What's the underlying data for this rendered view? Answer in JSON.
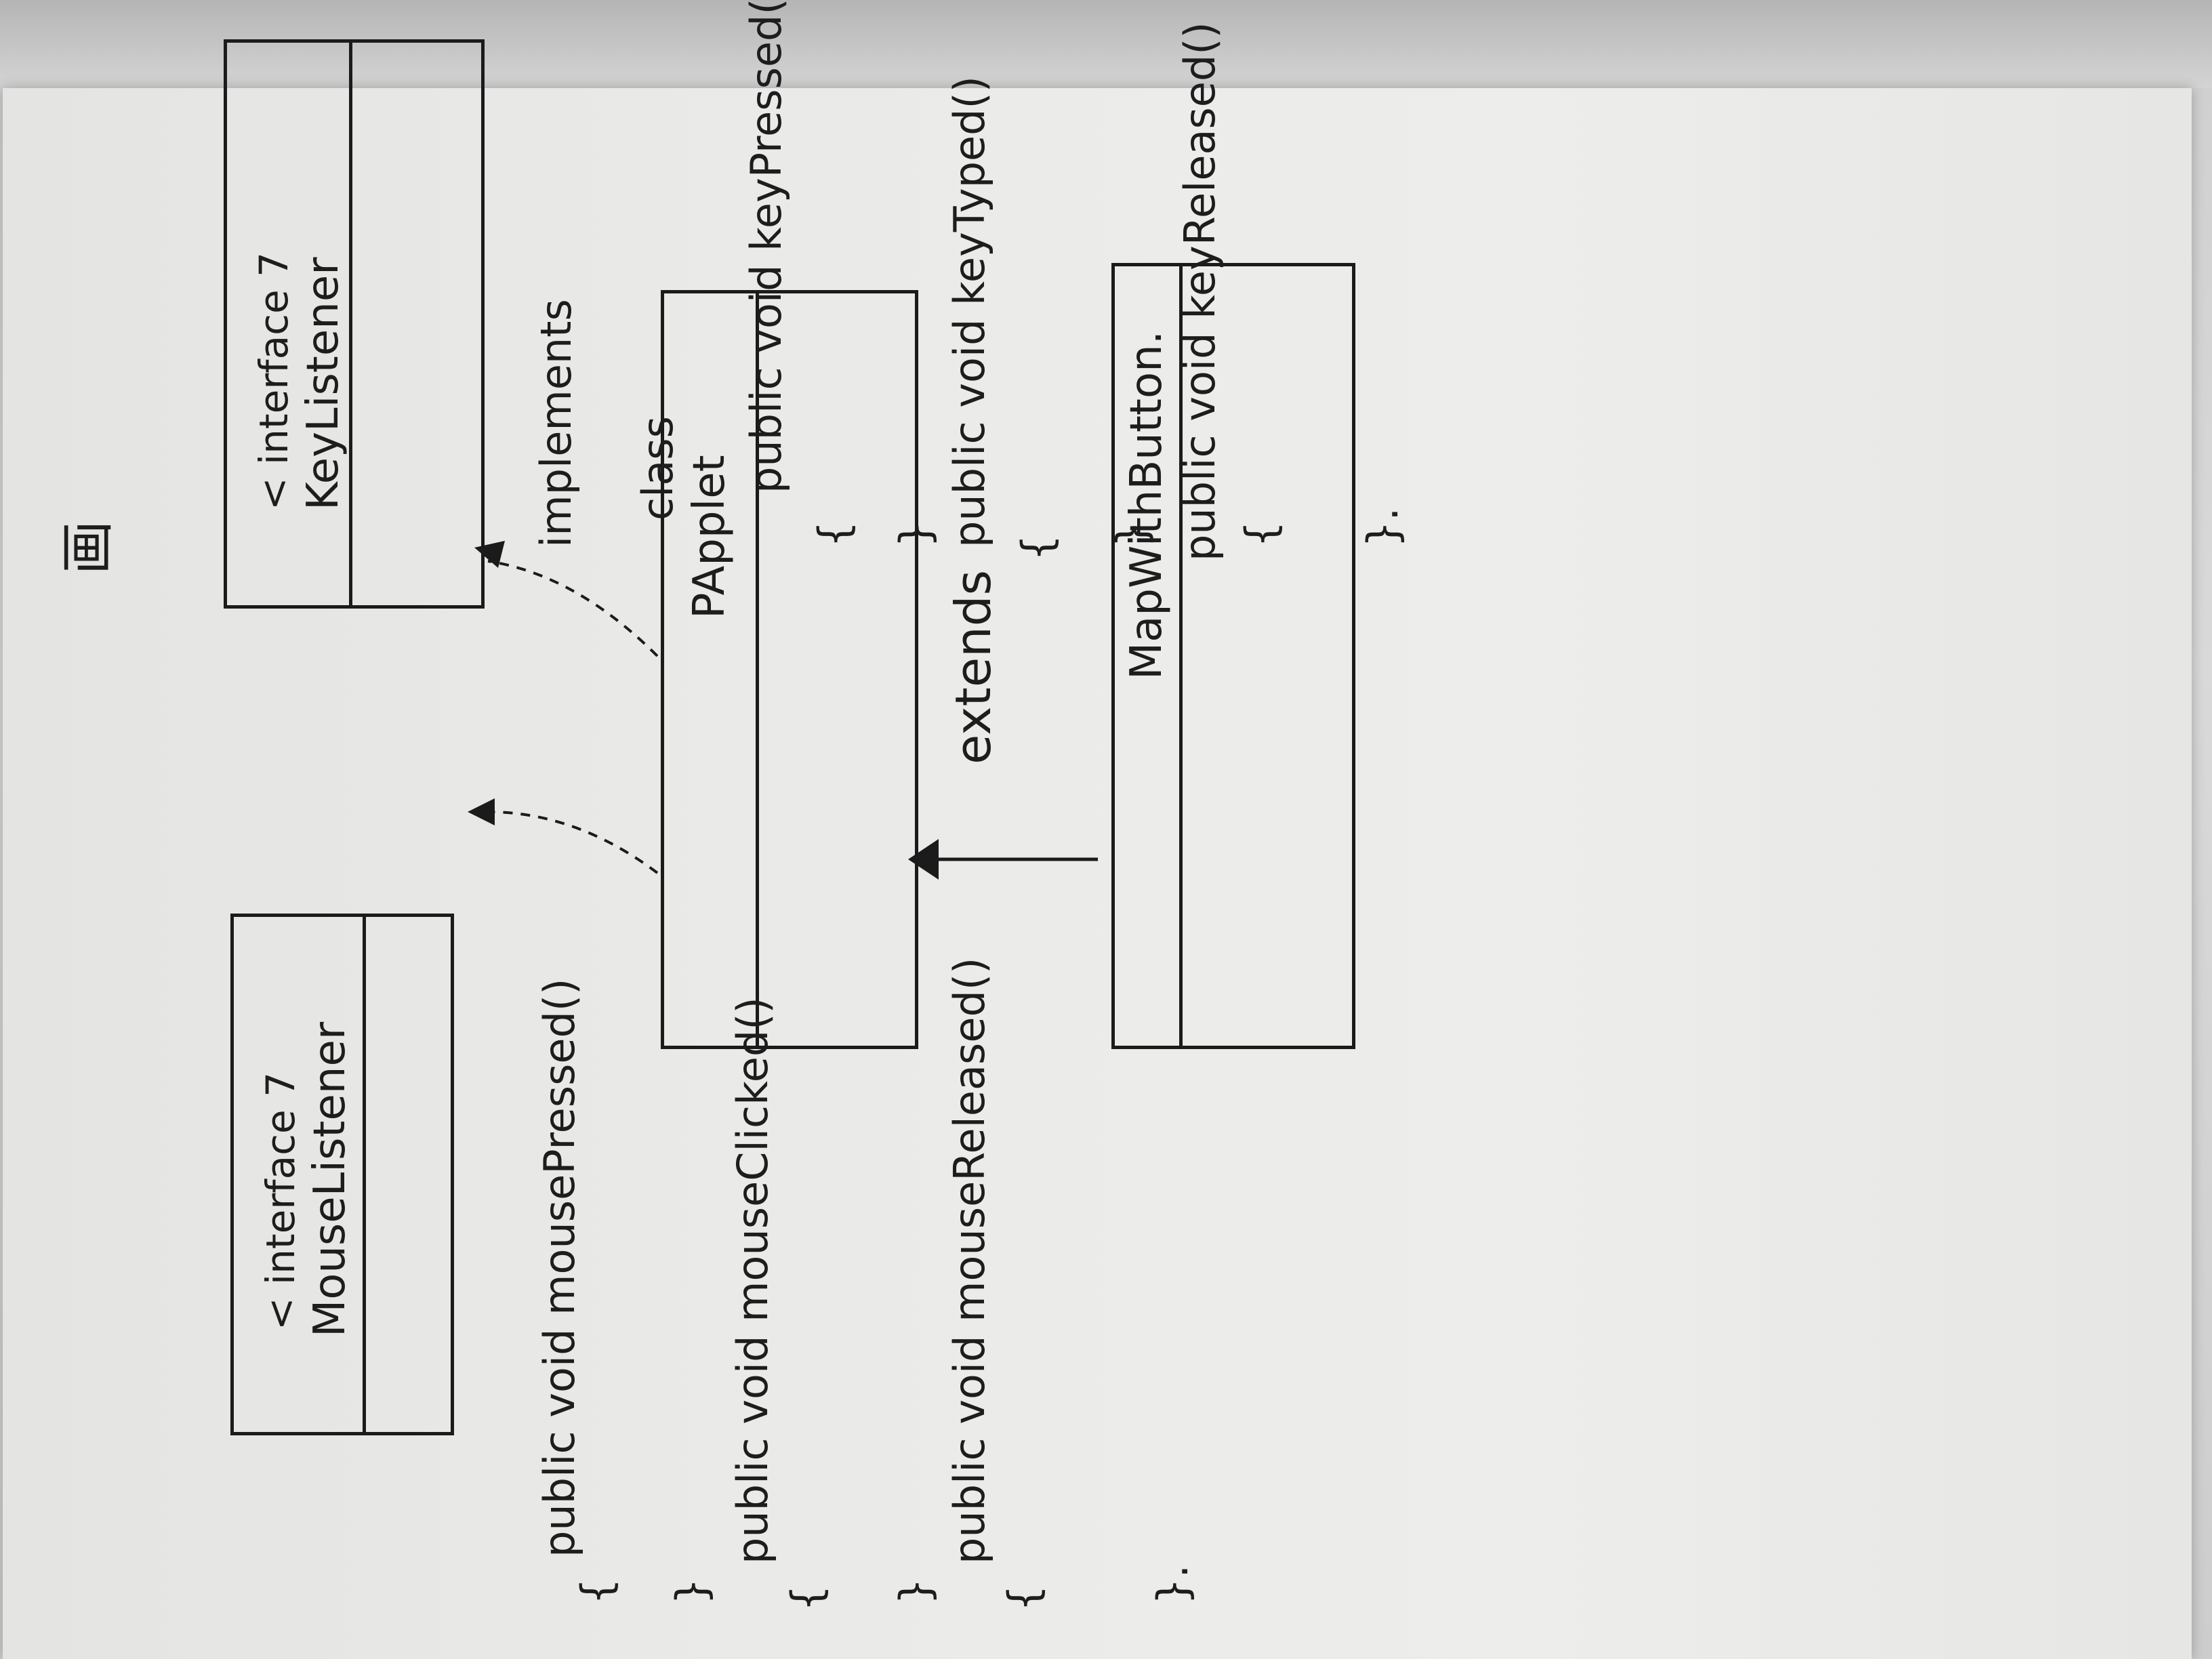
{
  "diagram": {
    "title_mark": "画",
    "interfaces": [
      {
        "id": "mouse",
        "stereotype": "< interface 7",
        "name": "MouseListener"
      },
      {
        "id": "key",
        "stereotype": "< interface 7",
        "name": "KeyListener"
      }
    ],
    "classes": [
      {
        "id": "papplet",
        "name": "PApplet"
      },
      {
        "id": "mapwithbutton",
        "name": "MapWithButton."
      }
    ],
    "relations": {
      "implements_label": "implements",
      "extends_label": "extends"
    },
    "mouse_code": {
      "line1": "public void mousePressed()",
      "line1_open": "{",
      "line1_close": "}",
      "line2": "public void mouseClicked()",
      "line2_open": "{",
      "line2_close": "}",
      "line3": "public void mouseReleased()",
      "line3_open": "{",
      "line3_close": "}."
    },
    "key_code": {
      "class_kw": "class",
      "line1": "public void keyPressed()",
      "line1_open": "{",
      "line1_close": "}",
      "line2": "public void keyTyped()",
      "line2_open": "{",
      "line2_close": "}",
      "line3": "public void keyReleased()",
      "line3_open": "{",
      "line3_close": "}."
    }
  }
}
